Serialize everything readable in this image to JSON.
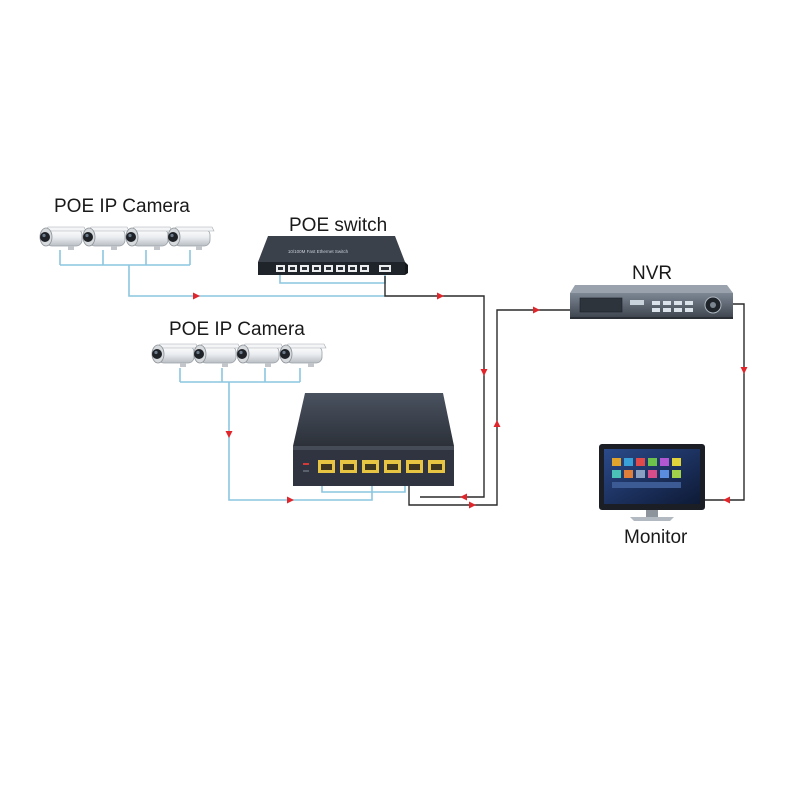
{
  "labels": {
    "camera_group_1": "POE IP Camera",
    "camera_group_2": "POE IP Camera",
    "poe_switch": "POE switch",
    "nvr": "NVR",
    "monitor": "Monitor"
  },
  "devices": {
    "poe_switch": {
      "panel_text": "10/100M Fast Ethernet Switch"
    }
  },
  "colors": {
    "blue_cable": "#8cc6e0",
    "black_cable": "#2a2a2a",
    "arrow": "#e0262b",
    "device_dark": "#2f3440",
    "port_yellow": "#e8c443"
  },
  "icons": {
    "camera": "bullet-camera-icon",
    "switch": "network-switch-icon",
    "nvr": "nvr-recorder-icon",
    "monitor": "monitor-icon"
  }
}
